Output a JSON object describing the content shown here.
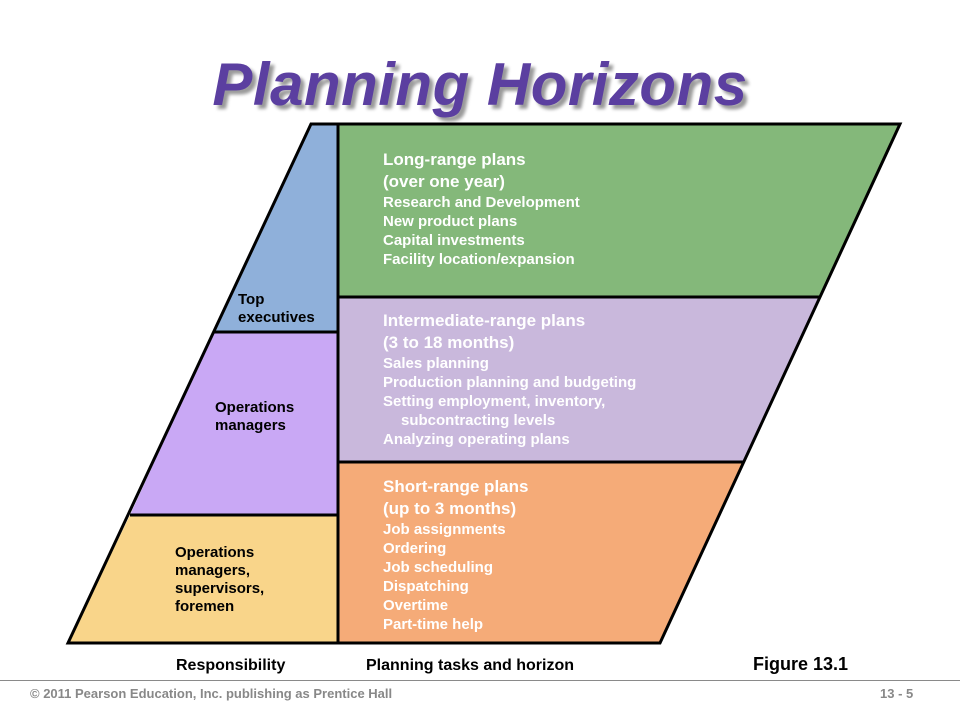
{
  "title": "Planning Horizons",
  "responsibility": {
    "top_executives": [
      "Top",
      "executives"
    ],
    "operations_managers": [
      "Operations",
      "managers"
    ],
    "supervisors": [
      "Operations",
      "managers,",
      "supervisors,",
      "foremen"
    ]
  },
  "plans": {
    "long_range": {
      "heading": [
        "Long-range plans",
        "(over one year)"
      ],
      "items": [
        "Research and Development",
        "New product plans",
        "Capital investments",
        "Facility location/expansion"
      ]
    },
    "intermediate_range": {
      "heading": [
        "Intermediate-range plans",
        "(3 to 18 months)"
      ],
      "items": [
        "Sales planning",
        "Production planning and budgeting",
        "Setting employment, inventory,",
        "subcontracting levels",
        "Analyzing operating plans"
      ]
    },
    "short_range": {
      "heading": [
        "Short-range plans",
        "(up to 3 months)"
      ],
      "items": [
        "Job assignments",
        "Ordering",
        "Job scheduling",
        "Dispatching",
        "Overtime",
        "Part-time help"
      ]
    }
  },
  "axis_labels": {
    "responsibility": "Responsibility",
    "planning": "Planning tasks and horizon"
  },
  "figure_label": "Figure 13.1",
  "footer": {
    "copyright": "© 2011 Pearson Education, Inc. publishing as Prentice Hall",
    "page": "13 - 5"
  },
  "colors": {
    "top_executives": "#8fb0da",
    "operations_managers": "#c9a8f5",
    "supervisors": "#f9d58a",
    "long_range": "#84b87a",
    "intermediate_range": "#c9b8dc",
    "short_range": "#f5ab78",
    "title": "#5b3fa0"
  }
}
